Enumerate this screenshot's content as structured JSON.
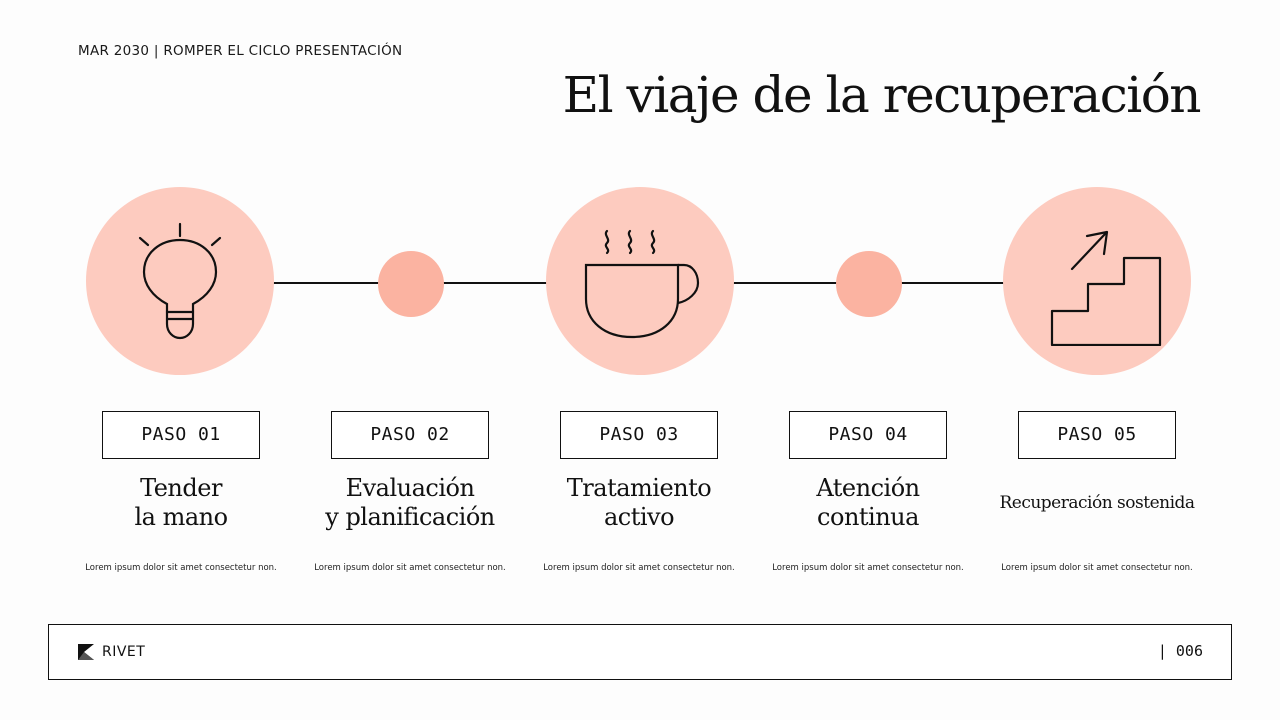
{
  "header": {
    "eyebrow": "MAR 2030 | ROMPER EL CICLO PRESENTACIÓN",
    "title": "El viaje de la recuperación"
  },
  "colors": {
    "big_circle": "#fdcbbf",
    "small_circle": "#fbb3a1",
    "line": "#111111"
  },
  "timeline": {
    "icons": [
      "lightbulb-icon",
      "coffee-cup-icon",
      "stairs-arrow-icon"
    ]
  },
  "steps": [
    {
      "badge": "PASO 01",
      "title_line1": "Tender",
      "title_line2": "la mano",
      "desc": "Lorem ipsum dolor sit amet consectetur non."
    },
    {
      "badge": "PASO 02",
      "title_line1": "Evaluación",
      "title_line2": "y planificación",
      "desc": "Lorem ipsum dolor sit amet consectetur non."
    },
    {
      "badge": "PASO 03",
      "title_line1": "Tratamiento",
      "title_line2": "activo",
      "desc": "Lorem ipsum dolor sit amet consectetur non."
    },
    {
      "badge": "PASO 04",
      "title_line1": "Atención",
      "title_line2": "continua",
      "desc": "Lorem ipsum dolor sit amet consectetur non."
    },
    {
      "badge": "PASO 05",
      "title_line1": "Recuperación sostenida",
      "title_line2": "",
      "desc": "Lorem ipsum dolor sit amet consectetur non."
    }
  ],
  "footer": {
    "brand": "RIVET",
    "page": "| 006"
  }
}
